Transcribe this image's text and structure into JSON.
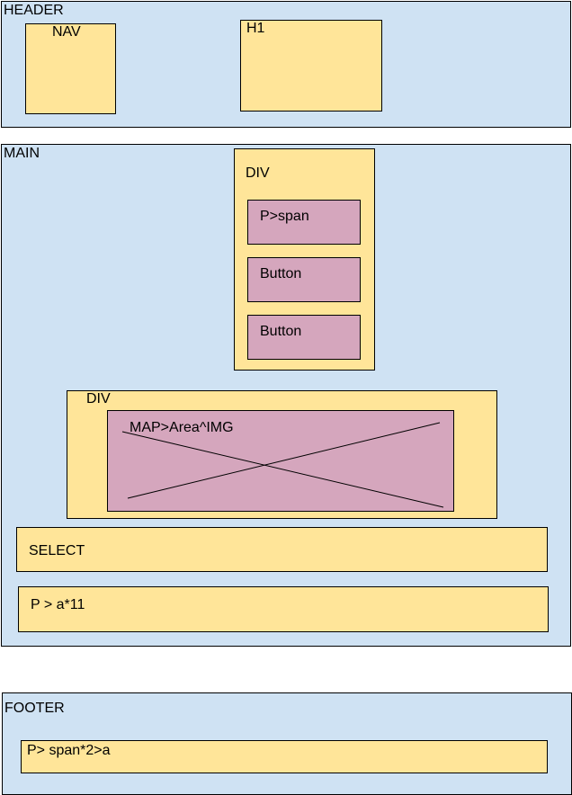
{
  "header": {
    "label": "HEADER",
    "nav": {
      "label": "NAV"
    },
    "h1": {
      "label": "H1"
    }
  },
  "main": {
    "label": "MAIN",
    "top_div": {
      "label": "DIV",
      "p_span": {
        "label": "P>span"
      },
      "button_1": {
        "label": "Button"
      },
      "button_2": {
        "label": "Button"
      }
    },
    "map_div": {
      "label": "DIV",
      "map": {
        "label": "MAP>Area^IMG"
      }
    },
    "select": {
      "label": "SELECT"
    },
    "p_links": {
      "label": "P > a*11"
    }
  },
  "footer": {
    "label": "FOOTER",
    "p_spans": {
      "label": "P> span*2>a"
    }
  },
  "colors": {
    "container": "#cfe2f3",
    "block": "#ffe599",
    "leaf": "#d5a6bd"
  }
}
